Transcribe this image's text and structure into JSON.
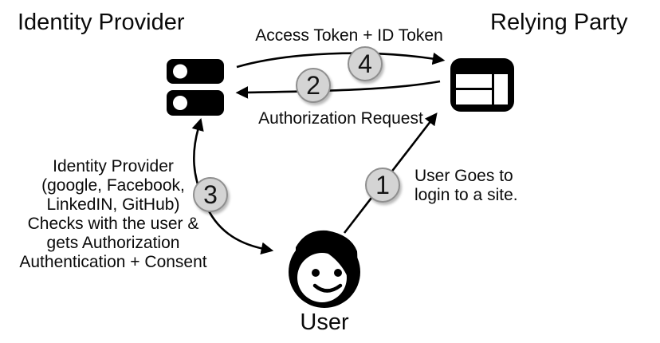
{
  "titles": {
    "identity_provider": "Identity Provider",
    "relying_party": "Relying Party"
  },
  "labels": {
    "access_token": "Access Token + ID Token",
    "authorization_request": "Authorization Request",
    "user_goes": "User Goes to\nlogin to a site.",
    "idp_note": "Identity Provider\n(google, Facebook,\nLinkedIN, GitHub)\nChecks with the user &\ngets Authorization\nAuthentication + Consent",
    "user": "User"
  },
  "badges": [
    "1",
    "2",
    "3",
    "4"
  ],
  "icons": {
    "identity_provider": "server-icon",
    "relying_party": "browser-window-icon",
    "user": "person-face-icon"
  },
  "colors": {
    "ink": "#000000",
    "badge_fill": "#d4d4d4",
    "badge_border": "#8f8f8f",
    "background": "#ffffff"
  }
}
